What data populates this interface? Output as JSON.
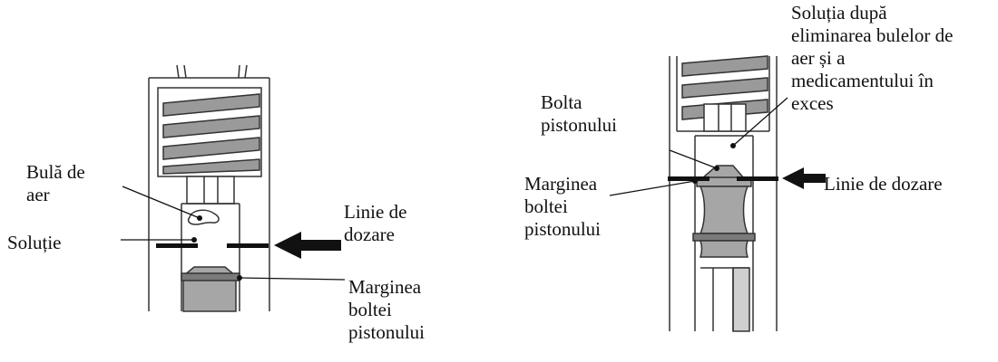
{
  "left_figure": {
    "air_bubble": "Bulă de\naer",
    "solution": "Soluție",
    "dose_line": "Linie de\ndozare",
    "plunger_dome_edge": "Marginea\nboltei\npistonului"
  },
  "right_figure": {
    "solution_after": "Soluția după\neliminarea bulelor de\naer și a\nmedicamentului în\nexces",
    "plunger_dome": "Bolta\npistonului",
    "plunger_dome_edge": "Marginea\nboltei\npistonului",
    "dose_line": "Linie de dozare"
  },
  "colors": {
    "outline": "#333333",
    "plunger_gray": "#a6a6a6",
    "band_gray": "#7a7a7a",
    "arrow": "#111111"
  }
}
